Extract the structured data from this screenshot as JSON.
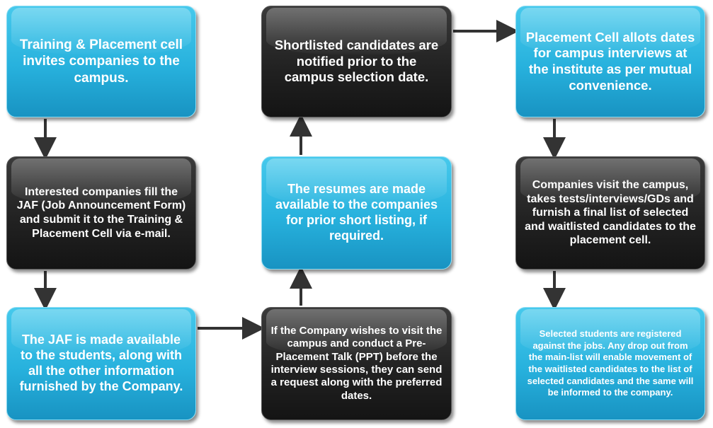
{
  "steps": {
    "s1": "Training  & Placement cell invites companies to the campus.",
    "s2": "Interested companies  fill the JAF (Job Announcement Form) and submit it to the Training & Placement Cell via e-mail.",
    "s3": "The JAF is made available to the students, along with all the other information furnished by the Company.",
    "s4": "Shortlisted candidates are notified prior to the campus selection date.",
    "s5": "The resumes are made available to the companies for prior short listing, if required.",
    "s6": "If the Company wishes to visit the campus and conduct a Pre-Placement Talk (PPT) before the interview sessions, they can send a request along with the preferred dates.",
    "s7": "Placement Cell allots dates for campus interviews at the institute as per mutual convenience.",
    "s8": "Companies visit the campus, takes tests/interviews/GDs and furnish a final list of selected and waitlisted candidates to the placement cell.",
    "s9": "Selected students are registered against the jobs. Any drop out from the main-list will enable movement of the waitlisted candidates to the list of selected candidates and the same will be informed to the company."
  },
  "colors": {
    "blue_box": "#27b1dd",
    "dark_box": "#222222",
    "arrow": "#333333",
    "text": "#ffffff"
  }
}
